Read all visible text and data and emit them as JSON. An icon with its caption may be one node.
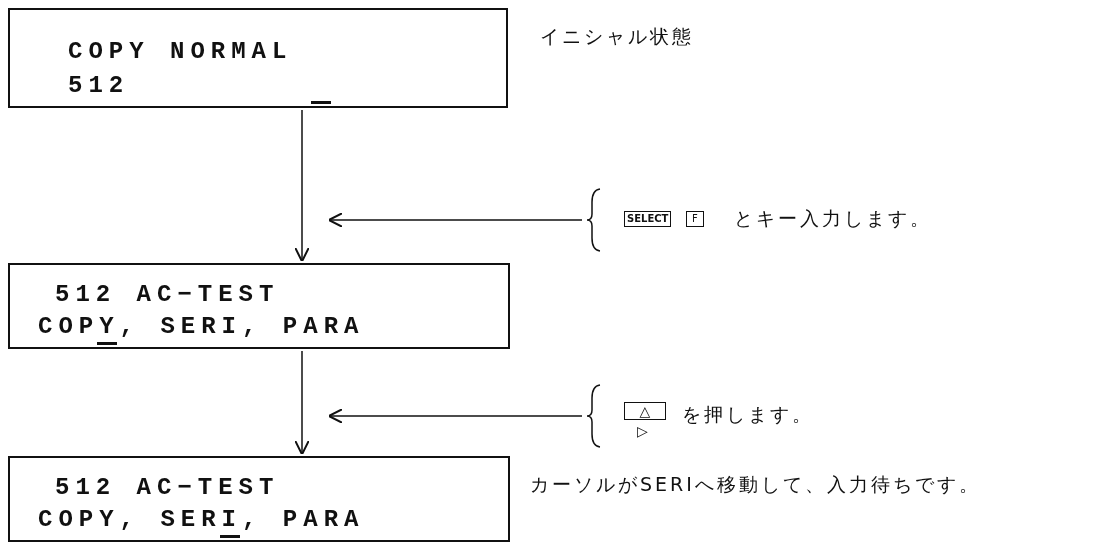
{
  "diagram": {
    "nodes": [
      {
        "text": [
          "COPY NORMAL",
          "512"
        ],
        "beside": [
          "イニシャル状態"
        ]
      },
      {
        "text": [
          "512 AC−TEST",
          "COPY, SERI, PARA"
        ]
      },
      {
        "text": [
          "512 AC−TEST",
          "COPY, SERI, PARA"
        ],
        "beside": [
          "カーソルがSERIへ移動して、入力待ちです。"
        ]
      },
      {
        "text": [
          "SELECT",
          "F",
          "とキー入力します。"
        ]
      },
      {
        "text": [
          "△",
          "▷",
          "を押します。"
        ]
      }
    ],
    "edges": [
      {
        "from": 0,
        "to": 1,
        "arrow": "to"
      },
      {
        "from": 1,
        "to": 2,
        "arrow": "to"
      },
      {
        "from": 3,
        "to": null,
        "arrow": "to"
      },
      {
        "from": 4,
        "to": null,
        "arrow": "to"
      }
    ]
  }
}
